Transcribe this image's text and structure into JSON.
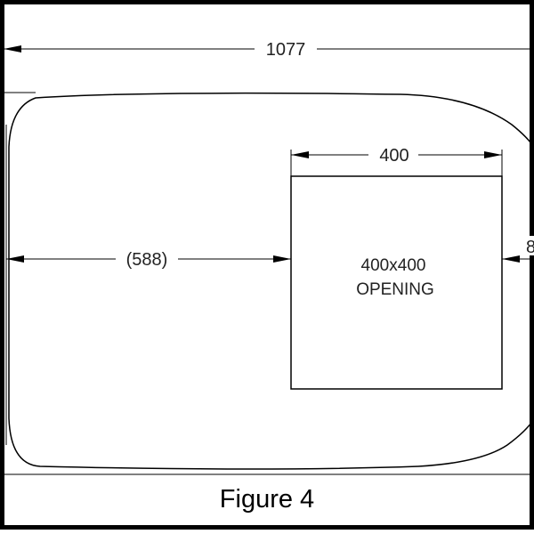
{
  "figure": {
    "caption": "Figure 4",
    "opening_label_line1": "400x400",
    "opening_label_line2": "OPENING"
  },
  "dimensions": {
    "overall_length": "1077",
    "opening_width": "400",
    "distance_to_opening": "(588)",
    "right_cut_off": "8"
  }
}
